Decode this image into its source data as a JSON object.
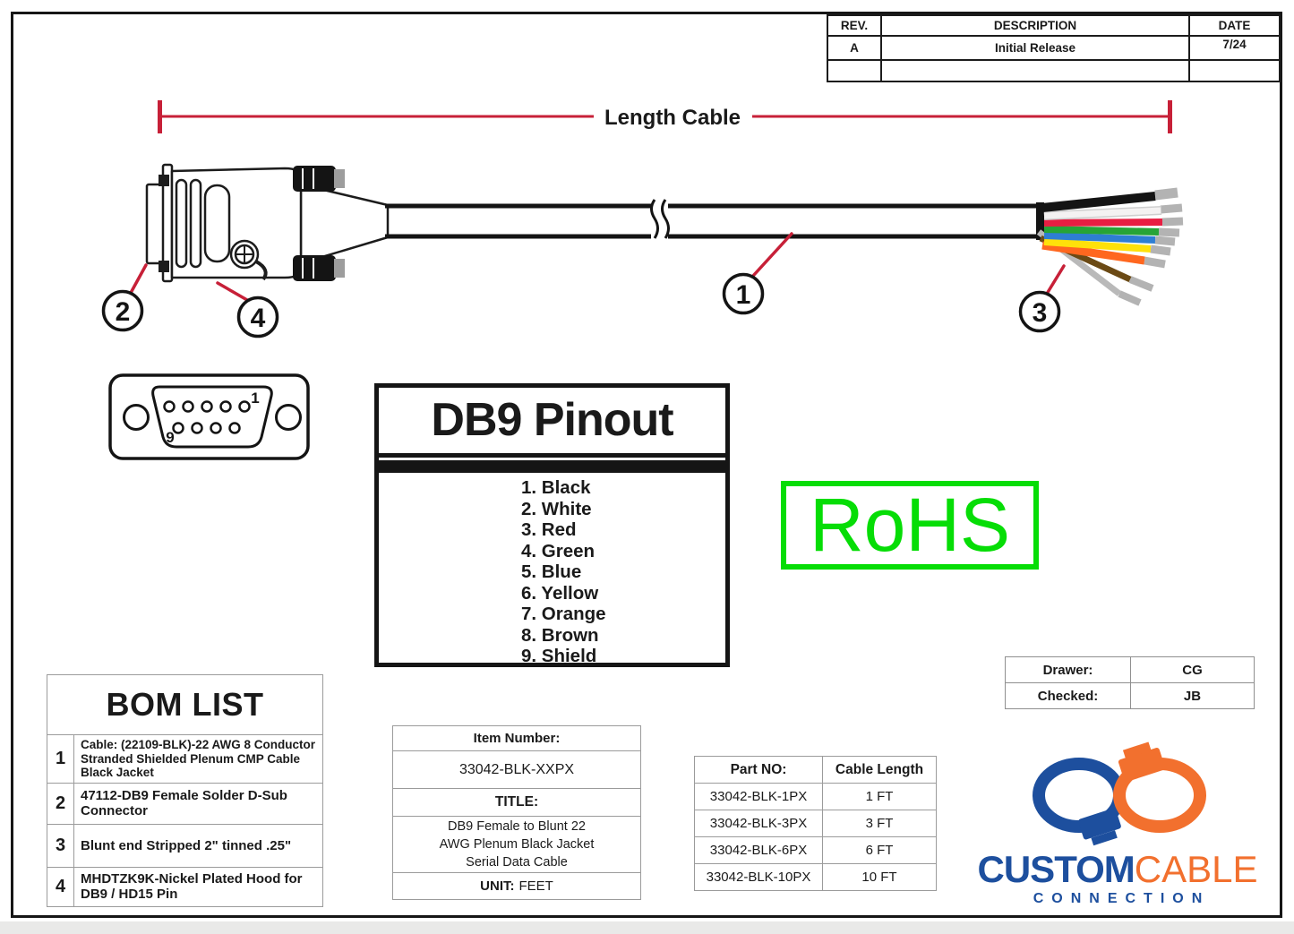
{
  "colors": {
    "dimension_red": "#c72038",
    "rohs_green": "#06dd06",
    "logo_blue": "#1d4f9e",
    "logo_orange": "#f2702e",
    "line_black": "#161616"
  },
  "revision_table": {
    "headers": [
      "REV.",
      "DESCRIPTION",
      "DATE"
    ],
    "rows": [
      {
        "rev": "A",
        "description": "Initial Release",
        "date": "7/24"
      }
    ]
  },
  "dimension": {
    "label": "Length Cable"
  },
  "callouts": {
    "cable": "1",
    "connector": "2",
    "blunt_end": "3",
    "hood": "4"
  },
  "connector_face": {
    "pin1_label": "1",
    "pin9_label": "9"
  },
  "pinout": {
    "title": "DB9 Pinout",
    "items": [
      "1. Black",
      "2. White",
      "3. Red",
      "4. Green",
      "5. Blue",
      "6. Yellow",
      "7. Orange",
      "8. Brown",
      "9. Shield"
    ]
  },
  "rohs_label": "RoHS",
  "bom": {
    "title": "BOM LIST",
    "rows": [
      {
        "no": "1",
        "desc": "Cable: (22109-BLK)-22 AWG 8 Conductor Stranded Shielded Plenum CMP Cable Black Jacket"
      },
      {
        "no": "2",
        "desc": "47112-DB9 Female Solder D-Sub Connector"
      },
      {
        "no": "3",
        "desc": "Blunt end Stripped 2\" tinned .25\""
      },
      {
        "no": "4",
        "desc": "MHDTZK9K-Nickel Plated Hood for DB9 / HD15 Pin"
      }
    ]
  },
  "item_box": {
    "item_label": "Item Number:",
    "item_number": "33042-BLK-XXPX",
    "title_label": "TITLE:",
    "title_lines": [
      "DB9 Female to Blunt 22",
      "AWG Plenum Black Jacket",
      "Serial Data Cable"
    ],
    "unit_label": "UNIT:",
    "unit_value": "FEET"
  },
  "parts_table": {
    "headers": [
      "Part NO:",
      "Cable Length"
    ],
    "rows": [
      [
        "33042-BLK-1PX",
        "1 FT"
      ],
      [
        "33042-BLK-3PX",
        "3 FT"
      ],
      [
        "33042-BLK-6PX",
        "6 FT"
      ],
      [
        "33042-BLK-10PX",
        "10 FT"
      ]
    ]
  },
  "approval_table": {
    "rows": [
      [
        "Drawer:",
        "CG"
      ],
      [
        "Checked:",
        "JB"
      ]
    ]
  },
  "logo": {
    "word_custom": "CUSTOM",
    "word_cable": "CABLE",
    "word_connection": "CONNECTION"
  },
  "wires": {
    "black": "#141414",
    "white": "#f4f2f2",
    "red": "#e81e42",
    "green": "#27a437",
    "blue": "#2e7ed3",
    "yellow": "#ffe10a",
    "orange": "#ff671f",
    "brown": "#6b4a15",
    "shield": "#b9b9b9",
    "tip": "#b3b3b3"
  }
}
